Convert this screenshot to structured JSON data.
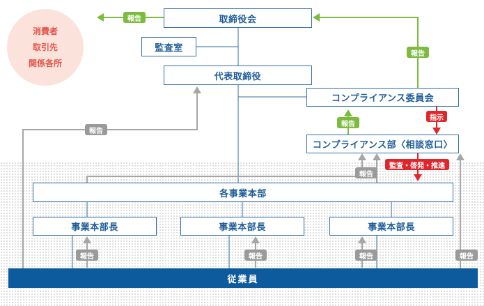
{
  "stakeholders": [
    "消費者",
    "取引先",
    "関係各所"
  ],
  "boxes": {
    "board": "取締役会",
    "audit": "監査室",
    "president": "代表取締役",
    "compliance_committee": "コンプライアンス委員会",
    "compliance_dept": "コンプライアンス部〈相談窓口〉",
    "divisions": "各事業本部",
    "division_head_1": "事業本部長",
    "division_head_2": "事業本部長",
    "division_head_3": "事業本部長",
    "employees": "従業員"
  },
  "badges": {
    "report": "報告",
    "instruction": "指示",
    "audit_promotion": "監査・啓発・推進"
  },
  "colors": {
    "report_green": "#7cbb3d",
    "report_grey": "#9a9a9a",
    "instruction_red": "#e0262c",
    "box_border": "#2f6eaa",
    "employee_bar": "#0d5a9c",
    "stakeholder_circle": "#fbe3db"
  }
}
